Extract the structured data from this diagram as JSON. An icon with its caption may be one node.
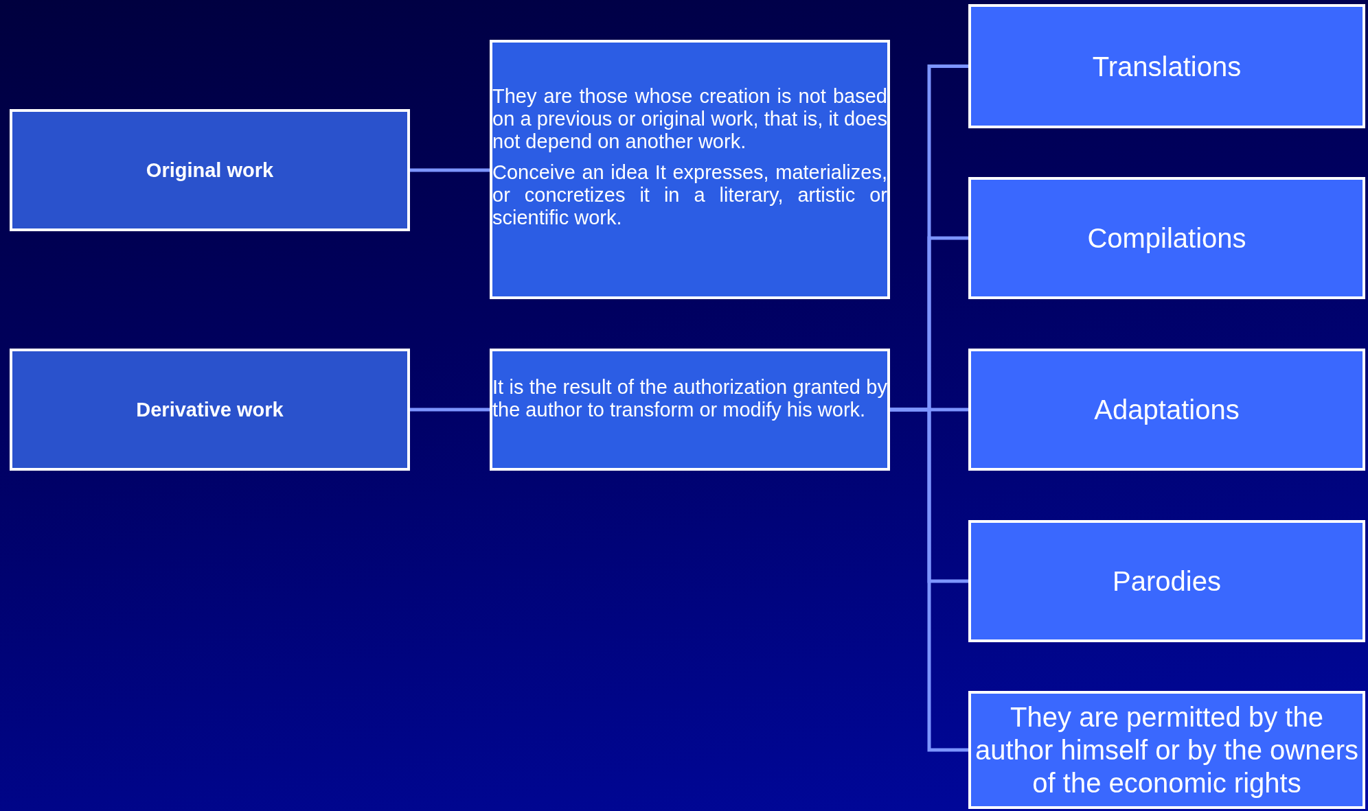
{
  "diagram": {
    "nodes": [
      {
        "text": [
          "Original work"
        ]
      },
      {
        "text": [
          "Derivative work"
        ]
      },
      {
        "text": [
          "They are those whose creation is not based on a previous or original work, that is, it does not depend on another work.",
          "Conceive an idea It expresses, materializes, or concretizes it in a literary, artistic or scientific work."
        ]
      },
      {
        "text": [
          "It is the result of the authorization granted by the author to transform or modify his work."
        ]
      },
      {
        "text": [
          "Translations"
        ]
      },
      {
        "text": [
          "Compilations"
        ]
      },
      {
        "text": [
          "Adaptations"
        ]
      },
      {
        "text": [
          "Parodies"
        ]
      },
      {
        "text": [
          "They are permitted by the author himself or by the owners of the economic rights"
        ]
      }
    ],
    "edges": [
      {
        "from": 0,
        "to": 2,
        "arrow": "none"
      },
      {
        "from": 1,
        "to": 3,
        "arrow": "none"
      },
      {
        "from": 3,
        "to": 4,
        "arrow": "none"
      },
      {
        "from": 3,
        "to": 5,
        "arrow": "none"
      },
      {
        "from": 3,
        "to": 6,
        "arrow": "none"
      },
      {
        "from": 3,
        "to": 7,
        "arrow": "none"
      },
      {
        "from": 3,
        "to": 8,
        "arrow": "none"
      }
    ]
  }
}
